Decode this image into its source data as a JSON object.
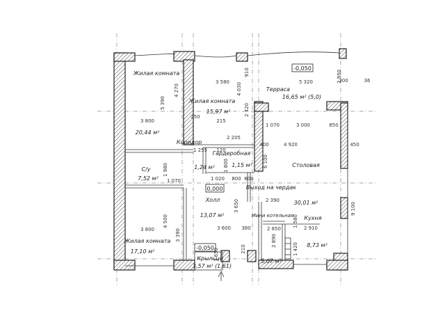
{
  "rooms": {
    "living1": {
      "name": "Жилая комната",
      "area": "20,44 м²"
    },
    "living2": {
      "name": "Жилая комната",
      "area": "15,97 м²"
    },
    "corridor": {
      "name": "Коридор"
    },
    "wardrobe": {
      "name": "Гардеробная",
      "area": "1,15 м²"
    },
    "closet_area": "1,24 м²",
    "bath": {
      "name": "С/у",
      "area": "7,52 м²"
    },
    "hall": {
      "name": "Холл",
      "area": "13,07 м²"
    },
    "living3": {
      "name": "Жилая комната",
      "area": "17,10 м²"
    },
    "dining": {
      "name": "Столовая",
      "area": "30,01 м²"
    },
    "kitchen": {
      "name": "Кухня",
      "area": "8,73 м²"
    },
    "boiler": {
      "name": "Мини котельная",
      "area": "5,07 м²"
    },
    "terrace": {
      "name": "Терраса",
      "area": "16,65 м² (5,0)"
    },
    "porch": {
      "name": "Крыльцо",
      "area": "3,57 м² (1,61)"
    },
    "attic": "Выход на чердак"
  },
  "levels": {
    "terrace": "-0,050",
    "hall": "0,000",
    "porch": "-0,050"
  },
  "dims": {
    "d4800": "3 800",
    "d5390": "5 390",
    "d4270": "4 270",
    "d3580": "3 580",
    "d4030": "4 030",
    "d910": "910",
    "d2420": "2 420",
    "d5320": "5 320",
    "d2950": "2 950",
    "d3000": "3 000",
    "d850": "850",
    "d1070": "1 070",
    "d4920": "4 920",
    "d6100": "6 100",
    "d450": "450",
    "d400": "400",
    "d9100": "9 100",
    "d2390": "2 390",
    "d1580": "1 580",
    "d2910": "2 910",
    "d1420": "1 420",
    "d3600": "3 600",
    "d380": "380",
    "d3650": "3 650",
    "d1020": "1 020",
    "d800": "800",
    "d600": "600",
    "d1980": "1 980",
    "d1070b": "1 070",
    "d4500": "4 500",
    "d3390": "3 390",
    "d2205": "2 205",
    "d1255": "1 255",
    "d120": "120",
    "d1800": "1 800",
    "d215": "215",
    "d250": "250",
    "d3800": "3 800",
    "d2850": "2 850",
    "d1650": "1 650",
    "d300": "300",
    "d36": "36",
    "d210": "210",
    "d600b": "600",
    "d2890": "2 890"
  }
}
